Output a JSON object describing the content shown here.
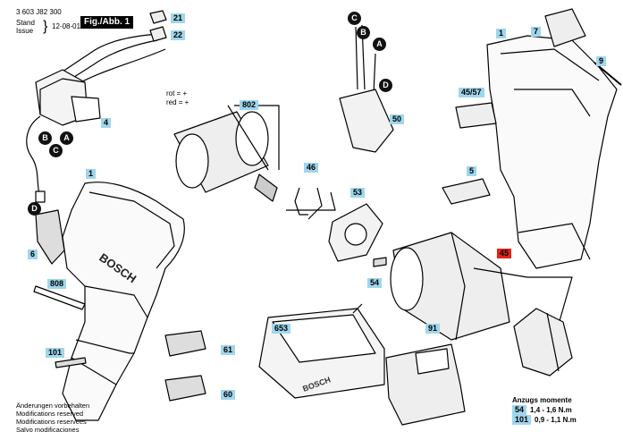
{
  "header": {
    "doc_number": "3 603 J82 300",
    "stand_label": "Stand",
    "issue_label": "Issue",
    "date": "12-08-01",
    "fig_label": "Fig./Abb. 1"
  },
  "labels": {
    "p21": "21",
    "p22": "22",
    "p4": "4",
    "p1a": "1",
    "p6": "6",
    "p808": "808",
    "p101": "101",
    "p61": "61",
    "p60": "60",
    "p802": "802",
    "p46": "46",
    "p53": "53",
    "p54": "54",
    "p653": "653",
    "p91": "91",
    "p45": "45",
    "p50": "50",
    "p1b": "1",
    "p7": "7",
    "p9": "9",
    "p4557": "45/57",
    "p5": "5"
  },
  "connectors": {
    "B": "B",
    "C": "C",
    "A": "A",
    "D": "D"
  },
  "motor_note": {
    "rot": "rot = +",
    "red": "red = +"
  },
  "brand": "BOSCH",
  "footer_notes": [
    "Änderungen vorbehalten",
    "Modifications reserved",
    "Modifications reservees",
    "Salvo modificaciones"
  ],
  "torque": {
    "title": "Anzugs momente",
    "rows": [
      {
        "part": "54",
        "value": "1,4 - 1,6 N.m"
      },
      {
        "part": "101",
        "value": "0,9 - 1,1 N.m"
      }
    ]
  },
  "colors": {
    "label_bg": "#9fd6ec",
    "highlight_bg": "#e2231a",
    "connector_bg": "#111111"
  }
}
